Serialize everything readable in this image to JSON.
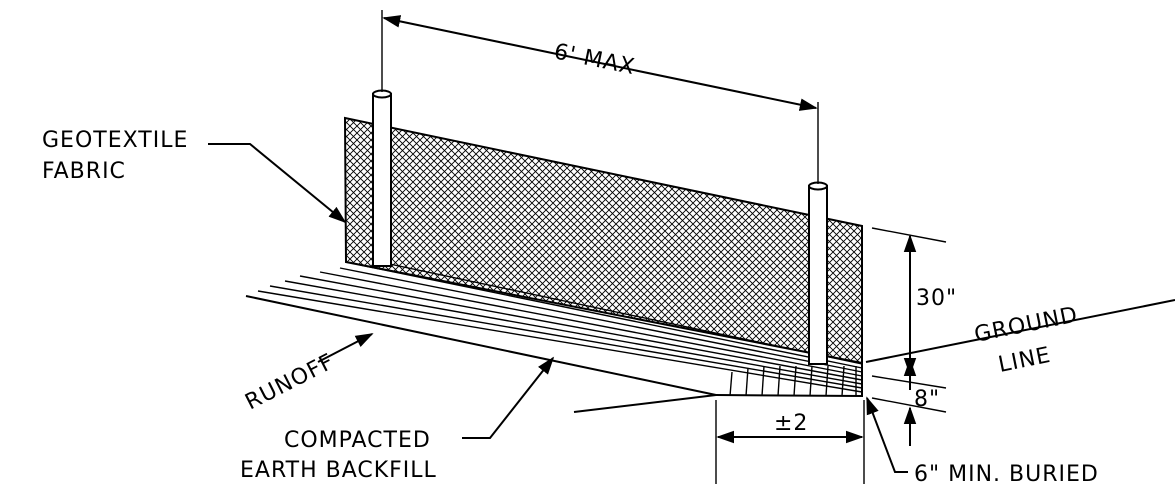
{
  "diagram": {
    "labels": {
      "post_spacing": "6' MAX",
      "fabric_line1": "GEOTEXTILE",
      "fabric_line2": "FABRIC",
      "fence_height": "30\"",
      "ground_line1": "GROUND",
      "ground_line2": "LINE",
      "trench_depth": "8\"",
      "runoff": "RUNOFF",
      "backfill_line1": "COMPACTED",
      "backfill_line2": "EARTH BACKFILL",
      "trench_width": "±2",
      "buried": "6\" MIN. BURIED"
    },
    "colors": {
      "ink": "#000000",
      "background": "#ffffff"
    }
  }
}
